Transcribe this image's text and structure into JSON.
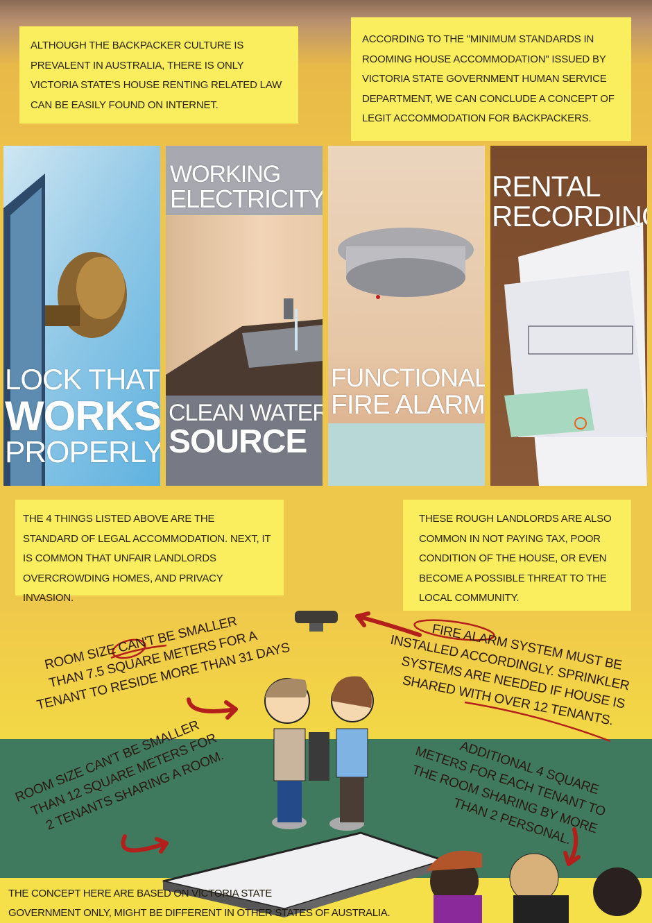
{
  "intro": {
    "left": "Although the backpacker culture is prevalent in Australia, there is only Victoria State's house renting related law can be easily found on internet.",
    "right": "According to the \"Minimum standards in rooming house accommodation\" issued by Victoria State Government Human Service Department, we can conclude a concept of legit accommodation for backpackers."
  },
  "panels": [
    {
      "line1": "LOCK THAT",
      "line2": "WORKS",
      "line3": "PROPERLY"
    },
    {
      "top1": "WORKING",
      "top2": "ELECTRICITY",
      "line1": "CLEAN WATER",
      "line2": "SOURCE"
    },
    {
      "line1": "FUNCTIONAL",
      "line2": "FIRE ALARM"
    },
    {
      "line1": "RENTAL",
      "line2": "RECORDING"
    }
  ],
  "middle": {
    "left": "The 4 things listed above are the standard of legal accommodation. Next, it is common that unfair landlords overcrowding homes, and privacy invasion.",
    "right": "These rough landlords are also common in not paying tax, poor condition of the house, or even become a possible threat to the local community."
  },
  "notes": {
    "room_single": [
      "Room size can't be smaller",
      "than 7.5 square meters for a",
      "tenant to reside more than 31 days"
    ],
    "fire_alarm": [
      "Fire alarm system must be",
      "installed accordingly.  Sprinkler",
      "systems are needed if house is",
      "shared with over 12 tenants."
    ],
    "room_double": [
      "Room size can't be smaller",
      "than 12 square meters for",
      "2 tenants sharing a room."
    ],
    "additional": [
      "Additional 4 square",
      "meters for each tenant to",
      "the room sharing by more",
      "than 2 personal."
    ]
  },
  "footer": [
    "The concept here are based on Victoria State",
    "government only, might be different in other states of Australia."
  ],
  "colors": {
    "box": "#fbee5e",
    "yellow": "#eec64a",
    "green": "#3f7a5f",
    "arrow": "#b3201c"
  }
}
